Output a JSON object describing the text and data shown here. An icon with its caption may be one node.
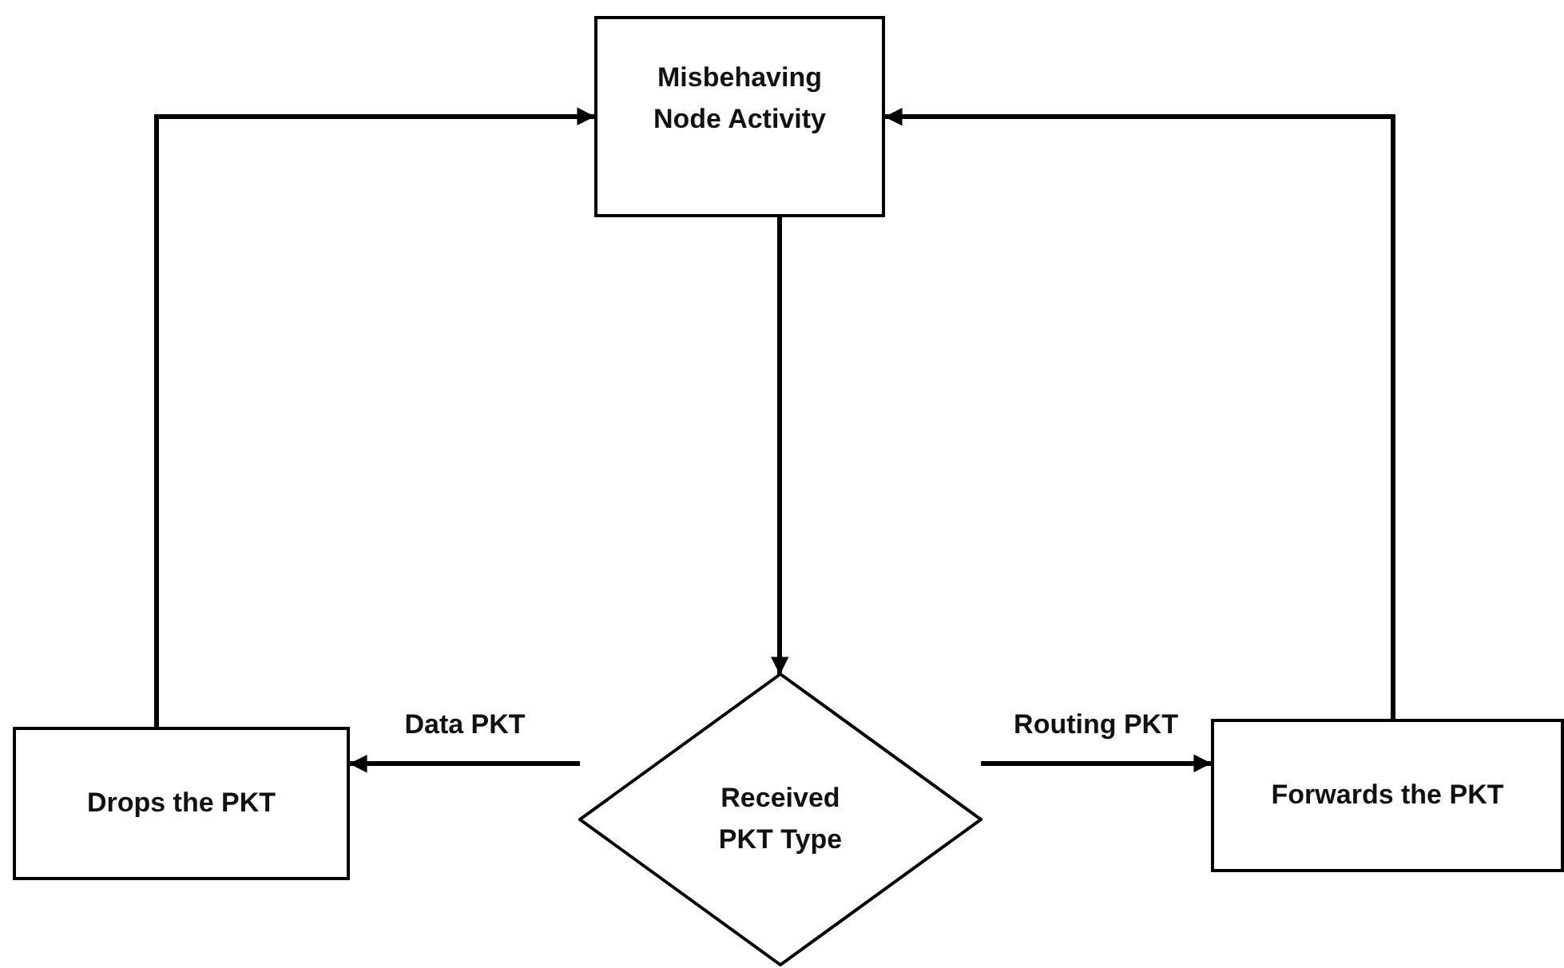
{
  "diagram": {
    "nodes": [
      {
        "text": [
          "Misbehaving Node Activity"
        ]
      },
      {
        "text": [
          "Received PKT Type"
        ]
      },
      {
        "text": [
          "Drops the PKT"
        ]
      },
      {
        "text": [
          "Forwards the PKT"
        ]
      }
    ],
    "edges": [
      {
        "from": 0,
        "to": 1,
        "arrow": "to"
      },
      {
        "from": 1,
        "to": 2,
        "arrow": "to",
        "label": "Data PKT"
      },
      {
        "from": 1,
        "to": 3,
        "arrow": "to",
        "label": "Routing PKT"
      },
      {
        "from": 2,
        "to": 0,
        "arrow": "to"
      },
      {
        "from": 3,
        "to": 0,
        "arrow": "to"
      }
    ]
  }
}
